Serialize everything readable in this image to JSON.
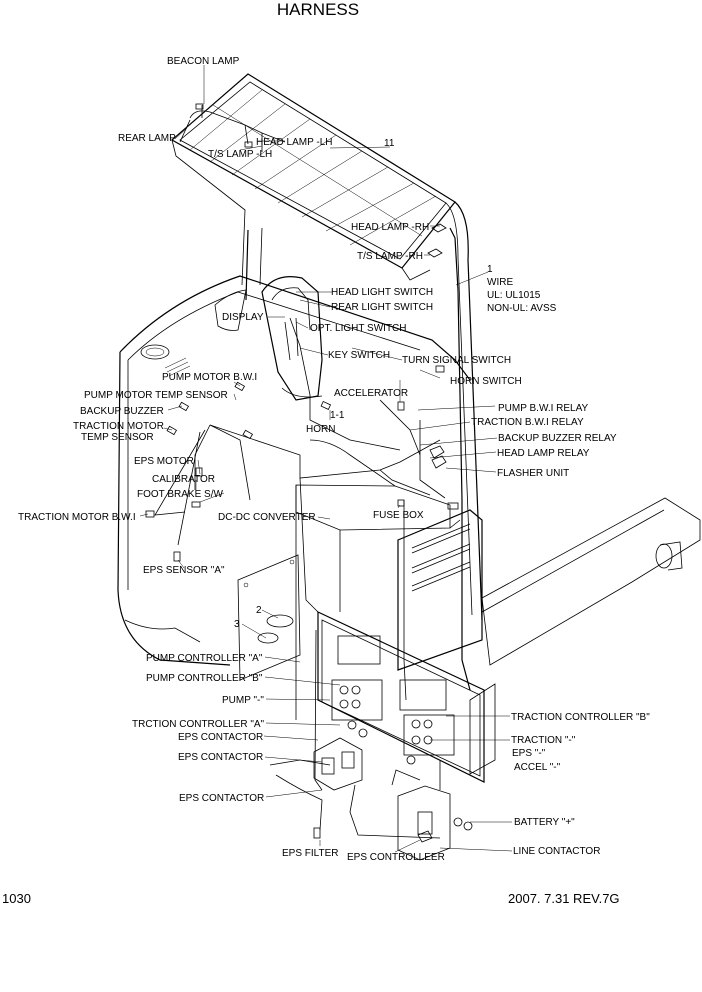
{
  "title": "HARNESS",
  "labels": {
    "beacon_lamp": "BEACON LAMP",
    "rear_lamp": "REAR LAMP",
    "head_lamp_lh": "HEAD LAMP -LH",
    "ts_lamp_lh": "T/S LAMP -LH",
    "item_11": "11",
    "head_lamp_rh": "HEAD LAMP -RH",
    "ts_lamp_rh": "T/S LAMP -RH",
    "item_1": "1",
    "wire": "WIRE",
    "wire_ul": "UL: UL1015",
    "wire_nonul": "NON-UL: AVSS",
    "head_light_switch": "HEAD LIGHT SWITCH",
    "rear_light_switch": "REAR LIGHT SWITCH",
    "display": "DISPLAY",
    "opt_light_switch": "OPT. LIGHT SWITCH",
    "key_switch": "KEY SWITCH",
    "turn_signal_switch": "TURN SIGNAL SWITCH",
    "horn_switch": "HORN SWITCH",
    "accelerator": "ACCELERATOR",
    "pump_motor_bwi": "PUMP MOTOR B.W.I",
    "pump_motor_temp_sensor": "PUMP MOTOR TEMP SENSOR",
    "backup_buzzer": "BACKUP BUZZER",
    "traction_motor": "TRACTION MOTOR",
    "temp_sensor": "TEMP SENSOR",
    "item_1_1": "1-1",
    "horn": "HORN",
    "pump_bwi_relay": "PUMP B.W.I RELAY",
    "traction_bwi_relay": "TRACTION B.W.I RELAY",
    "backup_buzzer_relay": "BACKUP BUZZER RELAY",
    "head_lamp_relay": "HEAD LAMP RELAY",
    "flasher_unit": "FLASHER UNIT",
    "eps_motor": "EPS MOTOR",
    "calibrator": "CALIBRATOR",
    "foot_brake_sw": "FOOT BRAKE S/W",
    "traction_motor_bwi": "TRACTION MOTOR B.W.I",
    "dc_dc_converter": "DC-DC CONVERTER",
    "fuse_box": "FUSE BOX",
    "eps_sensor_a": "EPS SENSOR \"A\"",
    "item_2": "2",
    "item_3": "3",
    "pump_controller_a": "PUMP CONTROLLER \"A\"",
    "pump_controller_b": "PUMP CONTROLLER \"B\"",
    "pump_minus": "PUMP \"-\"",
    "traction_controller_a": "TRCTION CONTROLLER \"A\"",
    "eps_contactor_1": "EPS CONTACTOR",
    "eps_contactor_2": "EPS CONTACTOR",
    "eps_contactor_3": "EPS CONTACTOR",
    "traction_controller_b": "TRACTION CONTROLLER \"B\"",
    "traction_minus": "TRACTION \"-\"",
    "eps_minus": "EPS \"-\"",
    "accel_minus": "ACCEL \"-\"",
    "battery_plus": "BATTERY \"+\"",
    "line_contactor": "LINE CONTACTOR",
    "eps_filter": "EPS FILTER",
    "eps_controlleer": "EPS CONTROLLEER"
  },
  "footer": {
    "page_number": "1030",
    "revision": "2007. 7.31 REV.7G"
  }
}
